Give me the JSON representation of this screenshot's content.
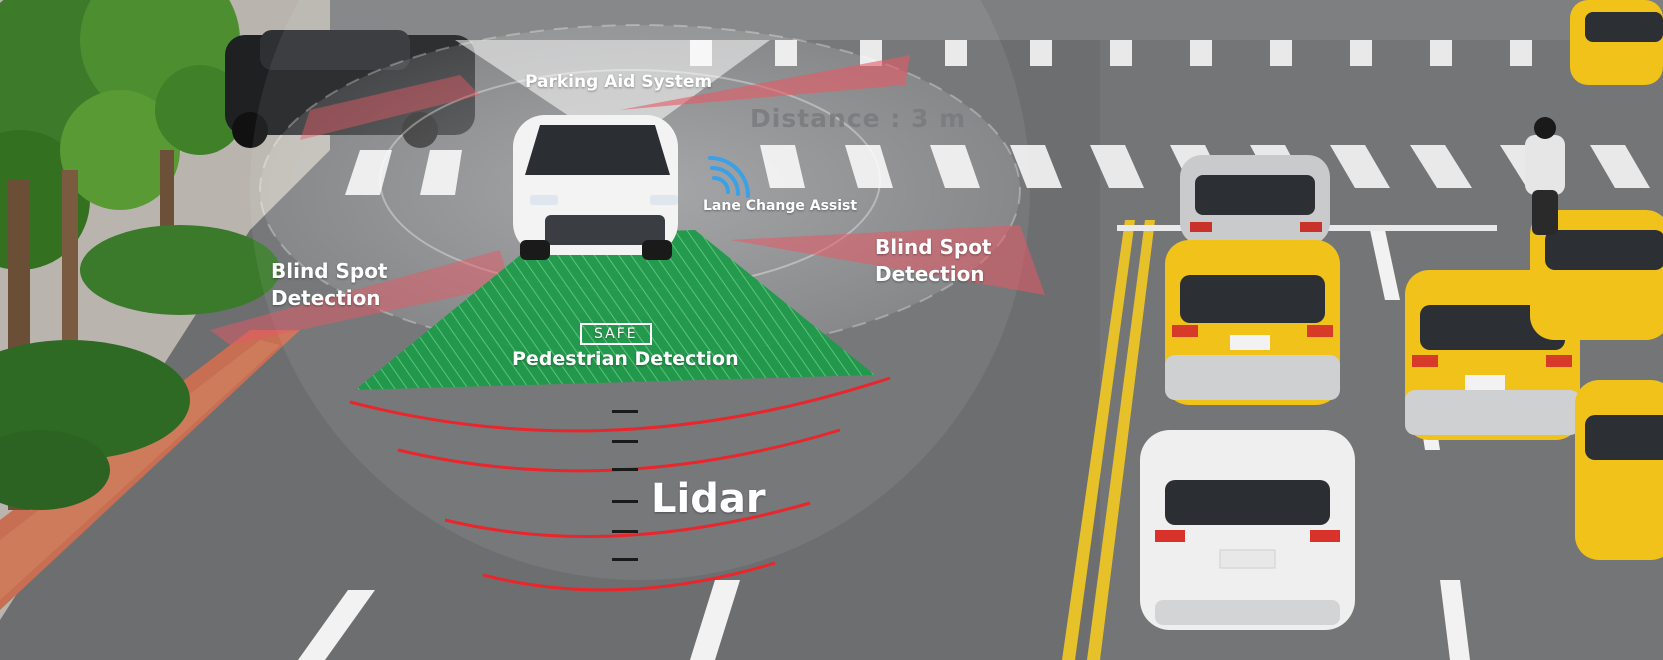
{
  "labels": {
    "parking_aid": "Parking Aid System",
    "distance": "Distance :  3 m",
    "lane_change": "Lane Change Assist",
    "blind_spot_left": "Blind Spot Detection",
    "blind_spot_right": "Blind Spot Detection",
    "safe_badge": "SAFE",
    "pedestrian": "Pedestrian Detection",
    "lidar": "Lidar"
  },
  "icons": {
    "signal": "wifi-signal-icon"
  },
  "colors": {
    "detection_green": "#1e9a4a",
    "lidar_red": "#e8262c",
    "blind_spot_red": "#e65a66",
    "signal_blue": "#3aa0e8",
    "lane_yellow": "#e7c12a",
    "taxi_yellow": "#f0c21a"
  }
}
